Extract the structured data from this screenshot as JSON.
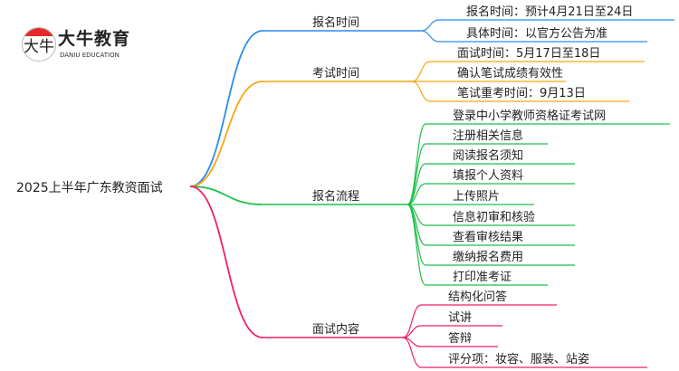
{
  "logo": {
    "name_cn": "大牛教育",
    "name_en": "DANIU EDUCATION",
    "mark": "大牛"
  },
  "root": "2025上半年广东教资面试",
  "branches": [
    {
      "label": "报名时间",
      "color": "#2b8cf0",
      "leaves": [
        "报名时间：预计4月21日至24日",
        "具体时间：以官方公告为准"
      ]
    },
    {
      "label": "考试时间",
      "color": "#f5a70f",
      "leaves": [
        "面试时间：5月17日至18日",
        "确认笔试成绩有效性",
        "笔试重考时间：9月13日"
      ]
    },
    {
      "label": "报名流程",
      "color": "#1fbf4a",
      "leaves": [
        "登录中小学教师资格证考试网",
        "注册相关信息",
        "阅读报名须知",
        "填报个人资料",
        "上传照片",
        "信息初审和核验",
        "查看审核结果",
        "缴纳报名费用",
        "打印准考证"
      ]
    },
    {
      "label": "面试内容",
      "color": "#ef1f6b",
      "leaves": [
        "结构化问答",
        "试讲",
        "答辩",
        "评分项：妆容、服装、站姿"
      ]
    }
  ]
}
